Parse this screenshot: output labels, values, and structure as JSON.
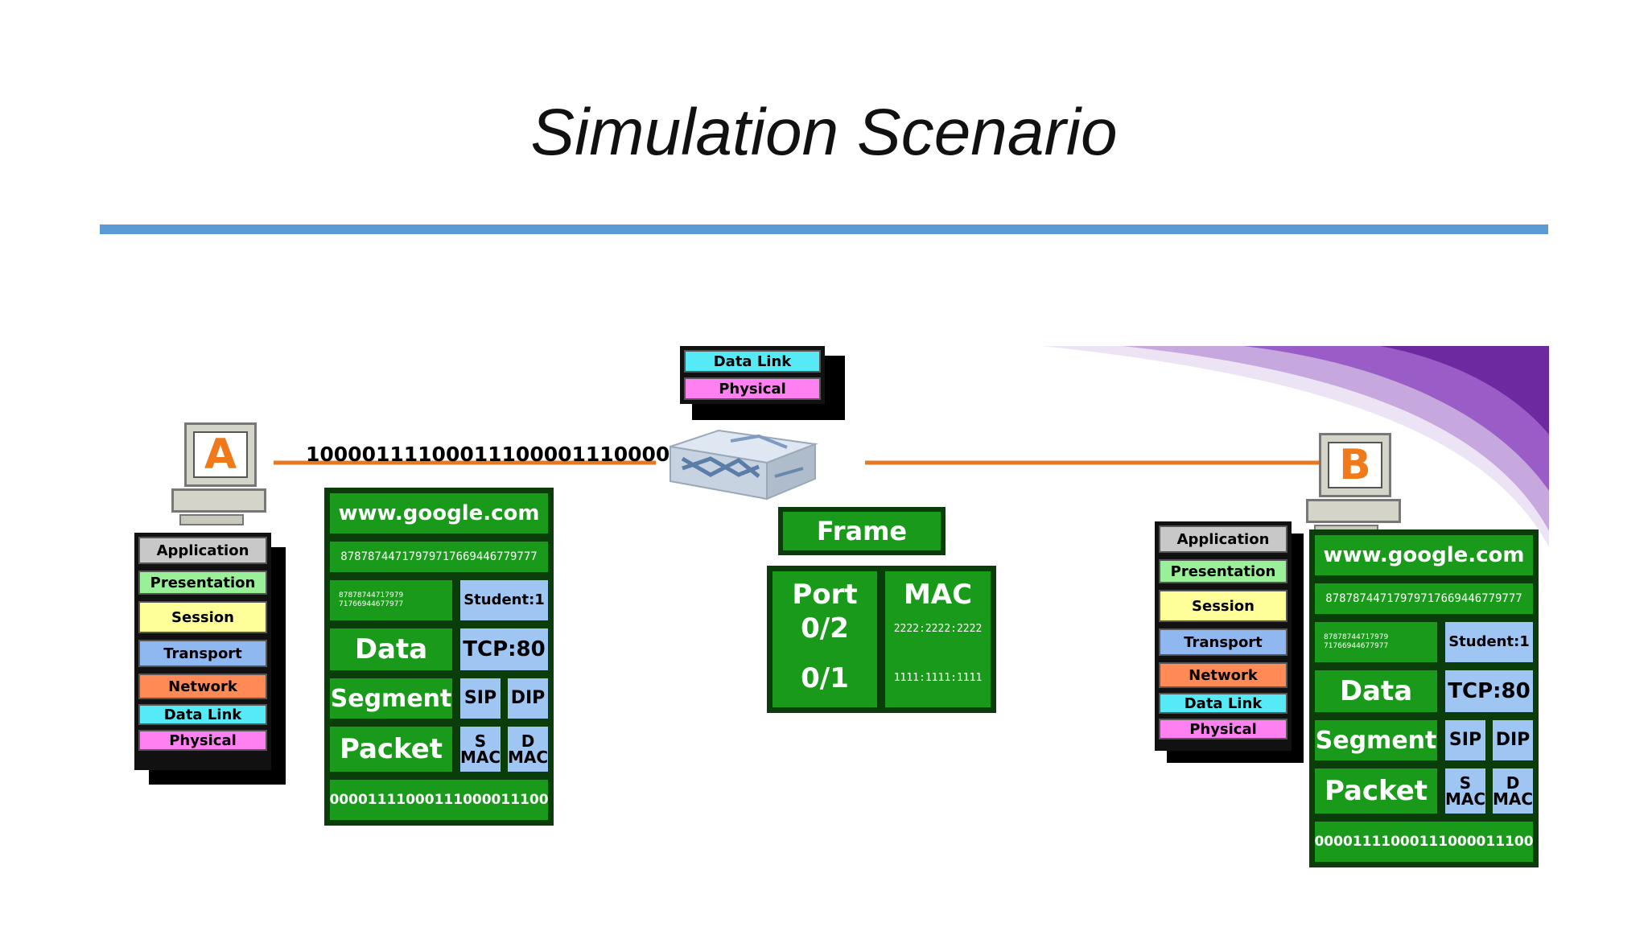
{
  "slide": {
    "title": "Simulation Scenario"
  },
  "colors": {
    "rule": "#5b9bd5",
    "link": "#e87722",
    "panel_green": "#1a9a1a",
    "panel_blue": "#9fc5f3",
    "application": "#c8c8c8",
    "presentation": "#99f099",
    "session": "#ffff99",
    "transport": "#90b8f0",
    "network": "#ff8a55",
    "data_link": "#55eaf5",
    "physical": "#ff80f0",
    "swoosh": "#7a2aa8"
  },
  "hosts": {
    "a_label": "A",
    "b_label": "B"
  },
  "link_bits": "10000111100011100001110000",
  "osi_layers": [
    "Application",
    "Presentation",
    "Session",
    "Transport",
    "Network",
    "Data Link",
    "Physical"
  ],
  "switch_layers": [
    "Data Link",
    "Physical"
  ],
  "packet": {
    "url": "www.google.com",
    "encoded": "87878744717979717669446779777",
    "encoded_small": "87878744717979 71766944677977",
    "student": "Student:1",
    "data": "Data",
    "tcp": "TCP:80",
    "segment": "Segment",
    "sip": "SIP",
    "dip": "DIP",
    "packet_label": "Packet",
    "smac": "S MAC",
    "dmac": "D MAC",
    "frame_bits": "00001111000111000011100"
  },
  "switch_table": {
    "frame": "Frame",
    "port_header": "Port",
    "mac_header": "MAC",
    "ports": [
      "0/2",
      "0/1"
    ],
    "macs": [
      "2222:2222:2222",
      "1111:1111:1111"
    ]
  }
}
